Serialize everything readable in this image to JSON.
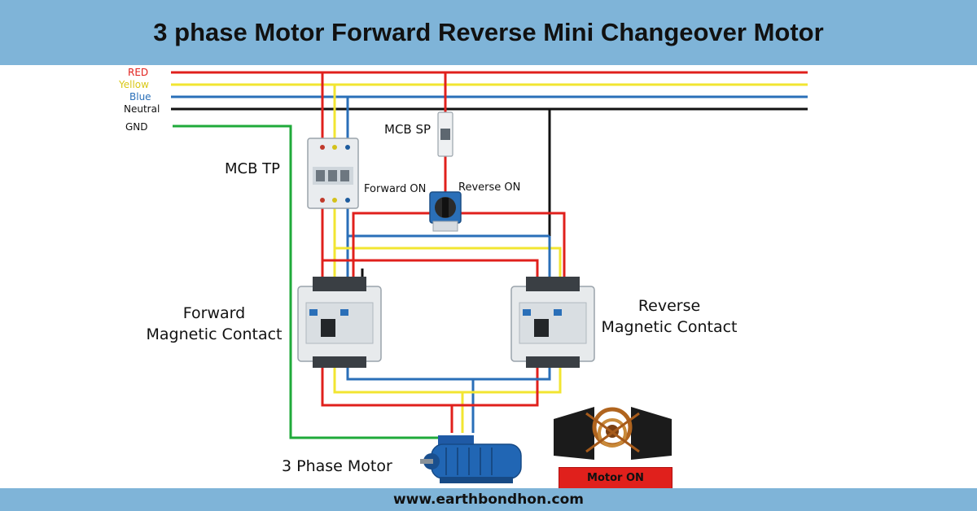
{
  "title": "3 phase Motor Forward Reverse Mini Changeover Motor",
  "footer_url": "www.earthbondhon.com",
  "wires": {
    "red": "RED",
    "yellow": "Yellow",
    "blue": "Blue",
    "neutral": "Neutral",
    "gnd": "GND"
  },
  "labels": {
    "mcb_tp": "MCB TP",
    "mcb_sp": "MCB SP",
    "forward_on": "Forward ON",
    "reverse_on": "Reverse ON",
    "forward_contact_1": "Forward",
    "forward_contact_2": "Magnetic Contact",
    "reverse_contact_1": "Reverse",
    "reverse_contact_2": "Magnetic Contact",
    "motor": "3 Phase Motor",
    "motor_on": "Motor ON"
  },
  "colors": {
    "header_bg": "#7fb4d8",
    "red": "#e0201c",
    "yellow": "#f2e531",
    "blue": "#2a6fb8",
    "neutral": "#111111",
    "gnd": "#1faa3a"
  },
  "icons": [
    "mcb-tp-icon",
    "mcb-sp-icon",
    "selector-switch-icon",
    "contactor-icon",
    "motor-icon",
    "motor-winding-icon"
  ]
}
